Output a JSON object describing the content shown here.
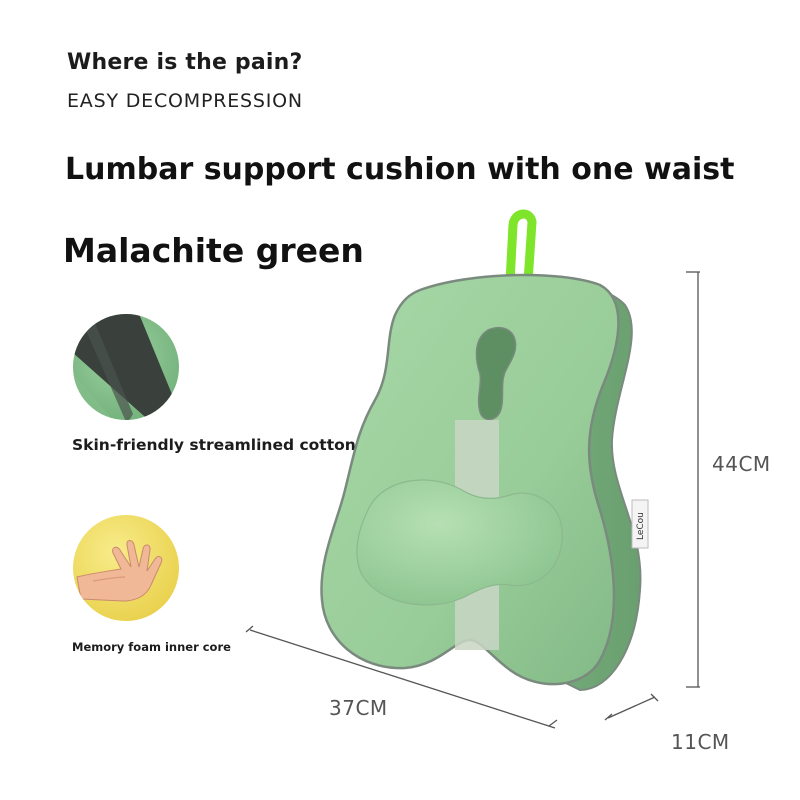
{
  "header": {
    "question": "Where is the pain?",
    "subtitle": "EASY DECOMPRESSION",
    "title": "Lumbar support cushion with one waist",
    "color_name": "Malachite green"
  },
  "features": [
    {
      "label": "Skin-friendly streamlined cotton",
      "icon": "cotton-fabric-swatch"
    },
    {
      "label": "Memory foam inner core",
      "icon": "memory-foam-hand-swatch"
    }
  ],
  "product": {
    "tag_text": "LeCou",
    "colors": {
      "body": "#9fd0a0",
      "edge": "#7a8a7e",
      "loop": "#7ee52a",
      "dark_band": "#3a403c",
      "foam": "#f2e066"
    }
  },
  "dimensions": {
    "height": "44CM",
    "width": "37CM",
    "depth": "11CM"
  }
}
